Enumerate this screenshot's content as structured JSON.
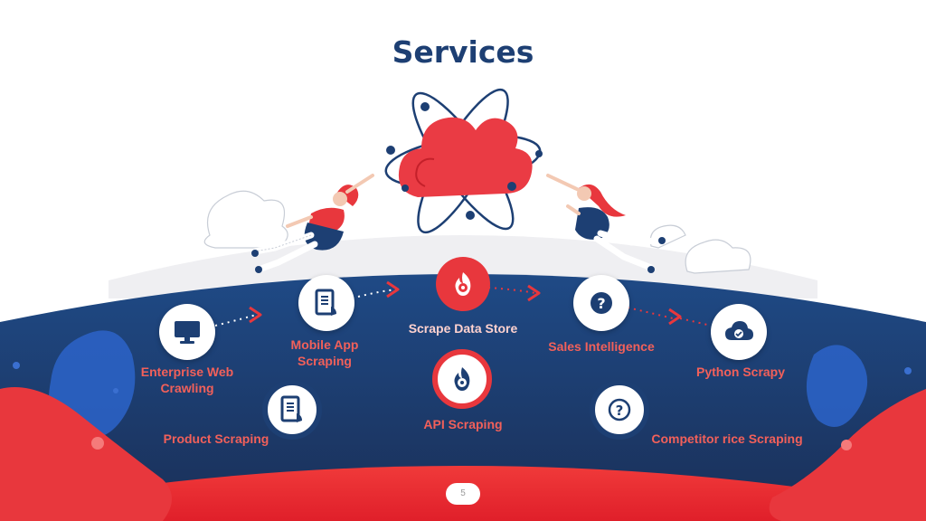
{
  "slide": {
    "title": "Services",
    "page_number": "5"
  },
  "services": {
    "enterprise_web_crawling": {
      "line1": "Enterprise Web",
      "line2": "Crawling",
      "icon": "monitor-icon"
    },
    "mobile_app_scraping": {
      "line1": "Mobile App",
      "line2": "Scraping",
      "icon": "mobile-document-icon"
    },
    "scrape_data_store": {
      "label": "Scrape Data Store",
      "icon": "flame-eye-icon"
    },
    "sales_intelligence": {
      "label": "Sales Intelligence",
      "icon": "question-icon"
    },
    "python_scrapy": {
      "label": "Python Scrapy",
      "icon": "cloud-check-icon"
    },
    "product_scraping": {
      "label": "Product Scraping",
      "icon": "tablet-document-icon"
    },
    "api_scraping": {
      "label": "API Scraping",
      "icon": "flame-eye-icon"
    },
    "competitor_price_scraping": {
      "label": "Competitor rice Scraping",
      "icon": "question-icon"
    }
  },
  "colors": {
    "navy": "#1d3f73",
    "red": "#e8373d",
    "coral_text": "#f2605a"
  }
}
